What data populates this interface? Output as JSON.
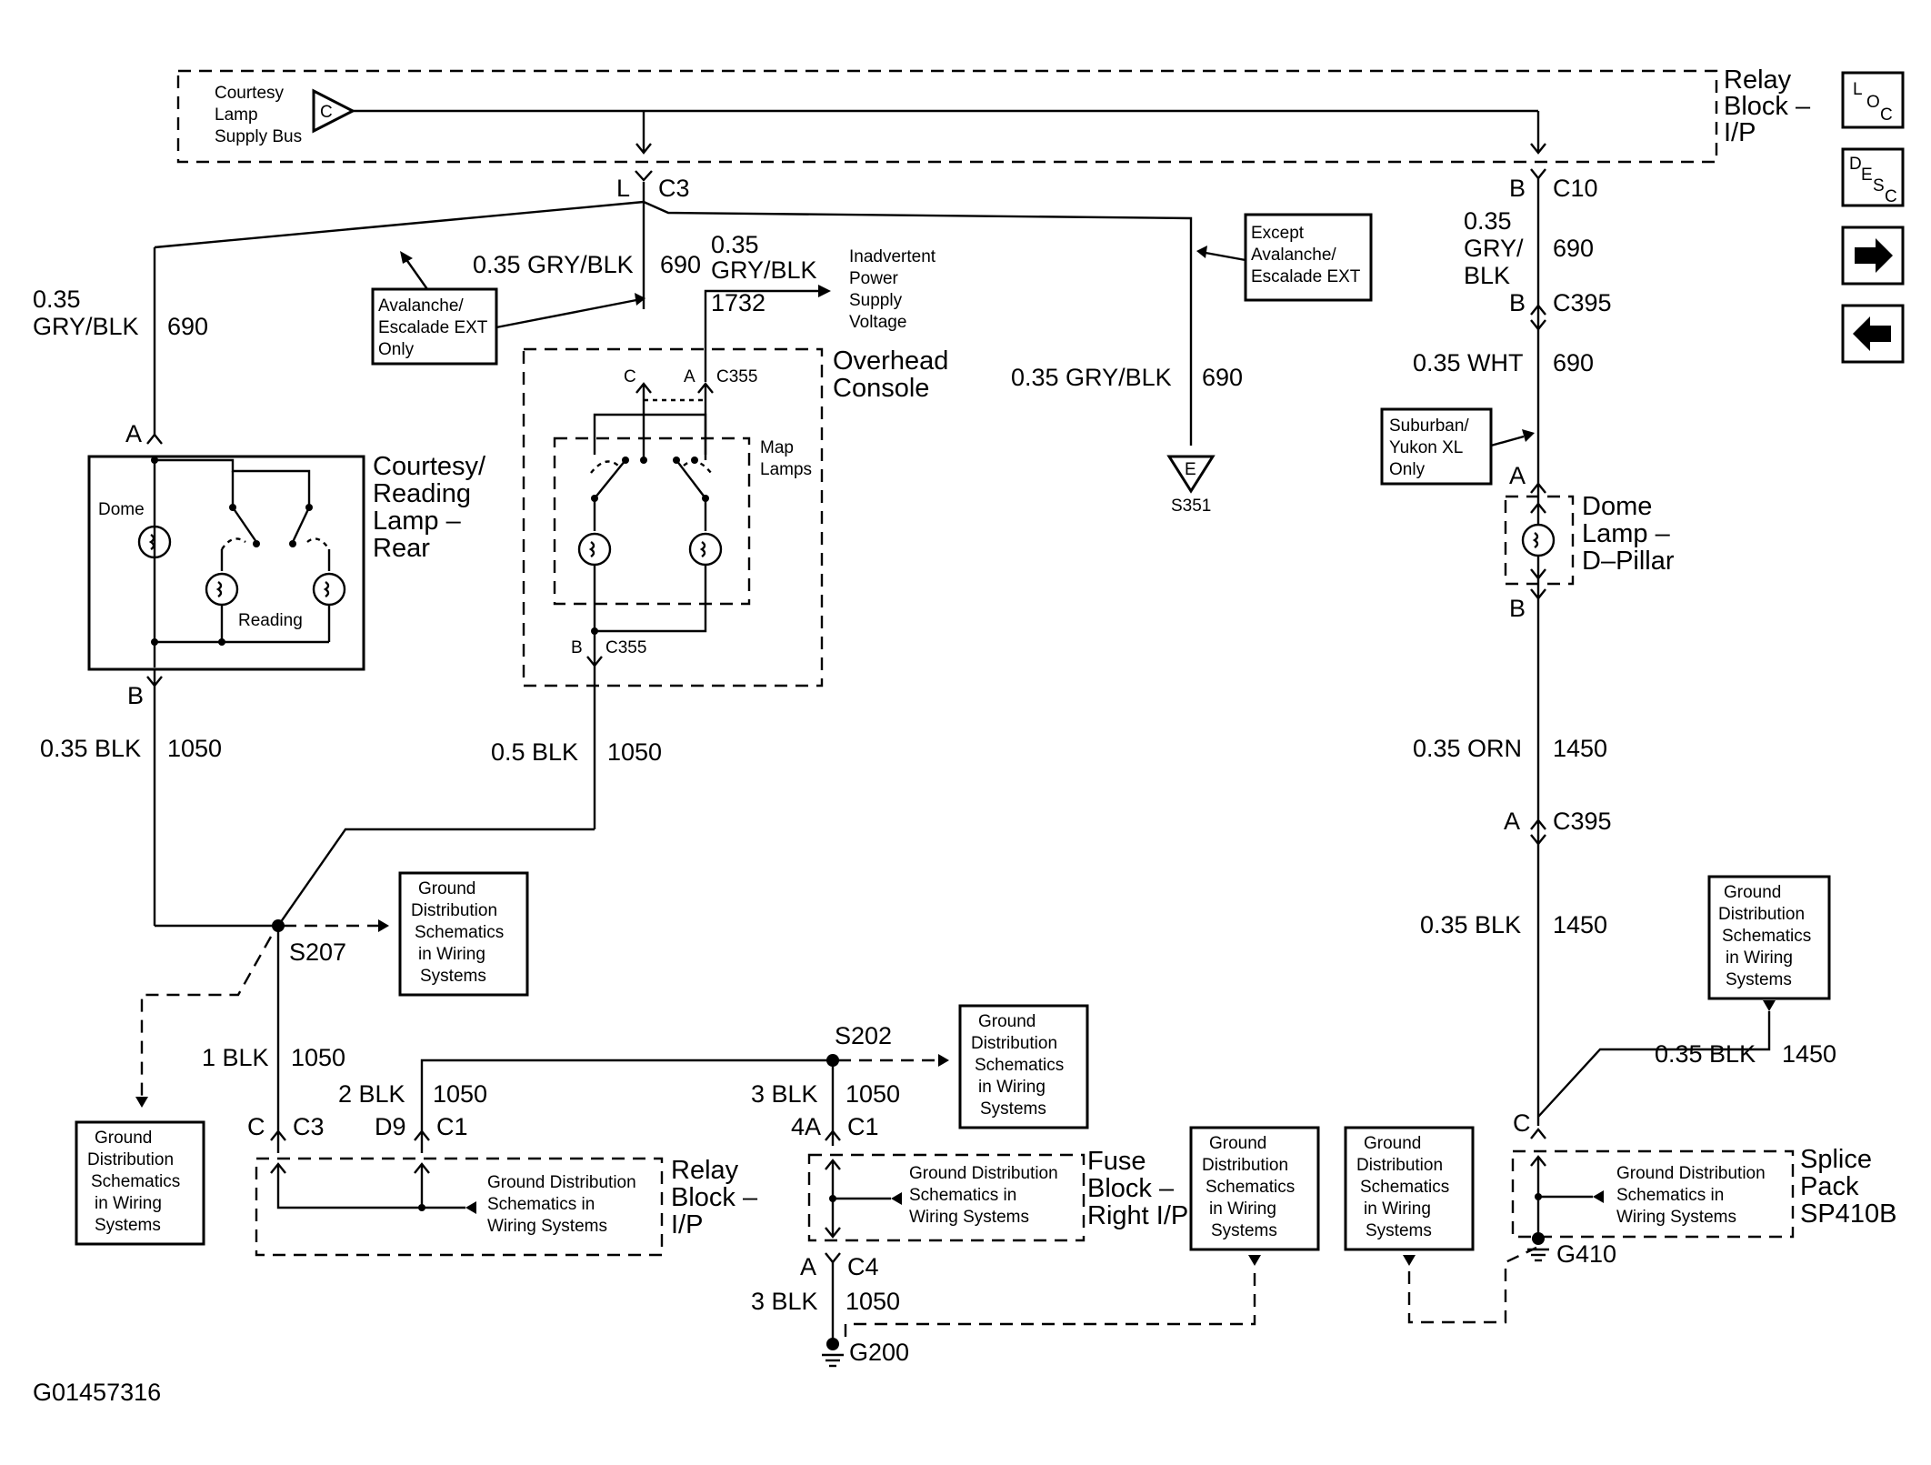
{
  "relay_block_top": {
    "title_l1": "Relay",
    "title_l2": "Block –",
    "title_l3": "I/P"
  },
  "supply_bus": {
    "l1": "Courtesy",
    "l2": "Lamp",
    "l3": "Supply Bus",
    "letter": "C"
  },
  "nav": {
    "loc": {
      "a": "L",
      "b": "O",
      "c": "C"
    },
    "desc": {
      "a": "D",
      "b": "E",
      "c": "S",
      "d": "C"
    },
    "next": "→",
    "prev": "←"
  },
  "connectors": {
    "c3_top": {
      "pin": "L",
      "name": "C3"
    },
    "c10": {
      "pin": "B",
      "name": "C10"
    },
    "c395_top": {
      "pin": "B",
      "name": "C395"
    },
    "c355_top": {
      "pin_c": "C",
      "pin_a": "A",
      "name": "C355"
    },
    "c355_bot": {
      "pin": "B",
      "name": "C355"
    },
    "courtesy_top": {
      "pin": "A"
    },
    "courtesy_bot": {
      "pin": "B"
    },
    "dome_top": {
      "pin": "A"
    },
    "dome_bot": {
      "pin": "B"
    },
    "c395_bot": {
      "pin": "A",
      "name": "C395"
    },
    "relay_c3": {
      "pin": "C",
      "name": "C3"
    },
    "relay_c1": {
      "pin": "D9",
      "name": "C1"
    },
    "fuse_c1": {
      "pin": "4A",
      "name": "C1"
    },
    "fuse_c4": {
      "pin": "A",
      "name": "C4"
    },
    "splice_c": {
      "pin": "C"
    }
  },
  "wires": {
    "left_690": {
      "gauge": "0.35",
      "color": "GRY/BLK",
      "circuit": "690"
    },
    "mid_690": {
      "label": "0.35 GRY/BLK",
      "circuit": "690"
    },
    "w1732": {
      "gauge": "0.35",
      "color": "GRY/BLK",
      "circuit": "1732"
    },
    "s351_690": {
      "label": "0.35 GRY/BLK",
      "circuit": "690"
    },
    "right_690": {
      "gauge": "0.35",
      "color1": "GRY/",
      "color2": "BLK",
      "circuit": "690"
    },
    "wht_690": {
      "label": "0.35 WHT",
      "circuit": "690"
    },
    "left_1050": {
      "label": "0.35 BLK",
      "circuit": "1050"
    },
    "mid_1050": {
      "label": "0.5 BLK",
      "circuit": "1050"
    },
    "s207_1050": {
      "label": "1 BLK",
      "circuit": "1050"
    },
    "d9_1050": {
      "label": "2 BLK",
      "circuit": "1050"
    },
    "s202_1050": {
      "label": "3 BLK",
      "circuit": "1050"
    },
    "g200_1050": {
      "label": "3 BLK",
      "circuit": "1050"
    },
    "orn_1450": {
      "label": "0.35 ORN",
      "circuit": "1450"
    },
    "blk_1450": {
      "label": "0.35 BLK",
      "circuit": "1450"
    },
    "splice_1450": {
      "label": "0.35 BLK",
      "circuit": "1450"
    }
  },
  "notes": {
    "avalanche": {
      "l1": "Avalanche/",
      "l2": "Escalade EXT",
      "l3": "Only"
    },
    "except": {
      "l1": "Except",
      "l2": "Avalanche/",
      "l3": "Escalade EXT"
    },
    "suburban": {
      "l1": "Suburban/",
      "l2": "Yukon XL",
      "l3": "Only"
    },
    "inadvertent": {
      "l1": "Inadvertent",
      "l2": "Power",
      "l3": "Supply",
      "l4": "Voltage"
    }
  },
  "components": {
    "courtesy": {
      "l1": "Courtesy/",
      "l2": "Reading",
      "l3": "Lamp –",
      "l4": "Rear",
      "dome": "Dome",
      "reading": "Reading"
    },
    "overhead": {
      "l1": "Overhead",
      "l2": "Console",
      "map1": "Map",
      "map2": "Lamps"
    },
    "dome_lamp": {
      "l1": "Dome",
      "l2": "Lamp –",
      "l3": "D–Pillar"
    },
    "relay_bottom": {
      "l1": "Relay",
      "l2": "Block –",
      "l3": "I/P"
    },
    "fuse_block": {
      "l1": "Fuse",
      "l2": "Block –",
      "l3": "Right I/P"
    },
    "splice_pack": {
      "l1": "Splice",
      "l2": "Pack",
      "l3": "SP410B"
    }
  },
  "splices": {
    "s207": "S207",
    "s202": "S202",
    "s351": "S351",
    "s351_letter": "E"
  },
  "grounds": {
    "g200": "G200",
    "g410": "G410"
  },
  "gd": {
    "l1": "Ground",
    "l2": "Distribution",
    "l3": "Schematics",
    "l4": "in Wiring",
    "l5": "Systems"
  },
  "gd_inline": {
    "l1": "Ground Distribution",
    "l2": "Schematics in",
    "l3": "Wiring Systems"
  },
  "figure_id": "G01457316"
}
